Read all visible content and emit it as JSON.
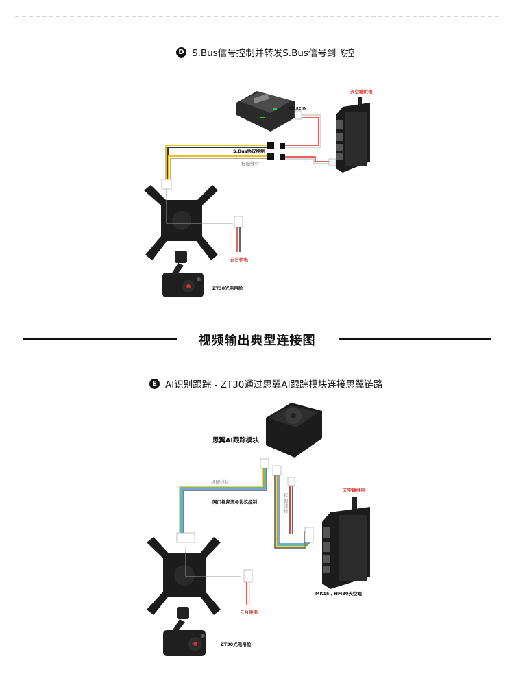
{
  "section_d": {
    "badge": "D",
    "title": "S.Bus信号控制并转发S.Bus信号到飞控",
    "labels": {
      "sky_power": "天空端供电",
      "sbus_control": "S.Bus协议控制",
      "std_cable": "标配线材",
      "gimbal_power": "云台供电",
      "camera": "ZT30光电吊舱",
      "connector_sbus_in": "接入RC IN"
    }
  },
  "divider": {
    "title": "视频输出典型连接图"
  },
  "section_e": {
    "badge": "E",
    "title": "AI识别跟踪 - ZT30通过思翼AI跟踪模块连接思翼链路",
    "labels": {
      "ai_module": "思翼AI跟踪模块",
      "std_cable_h": "标配线材",
      "net_video": "网口视频流与协议控制",
      "std_cable_v": "标配线材",
      "sky_power": "天空端供电",
      "sky_unit": "MK15 / HM30天空端",
      "gimbal_power": "云台供电",
      "camera": "ZT30光电吊舱"
    }
  },
  "colors": {
    "wire_yellow": "#e8c21a",
    "wire_blue": "#4a8fc9",
    "wire_green": "#3aa27a",
    "wire_red": "#d9322b",
    "wire_gray": "#555555",
    "device": "#1c1c1c",
    "accent_red": "#d9322b"
  }
}
